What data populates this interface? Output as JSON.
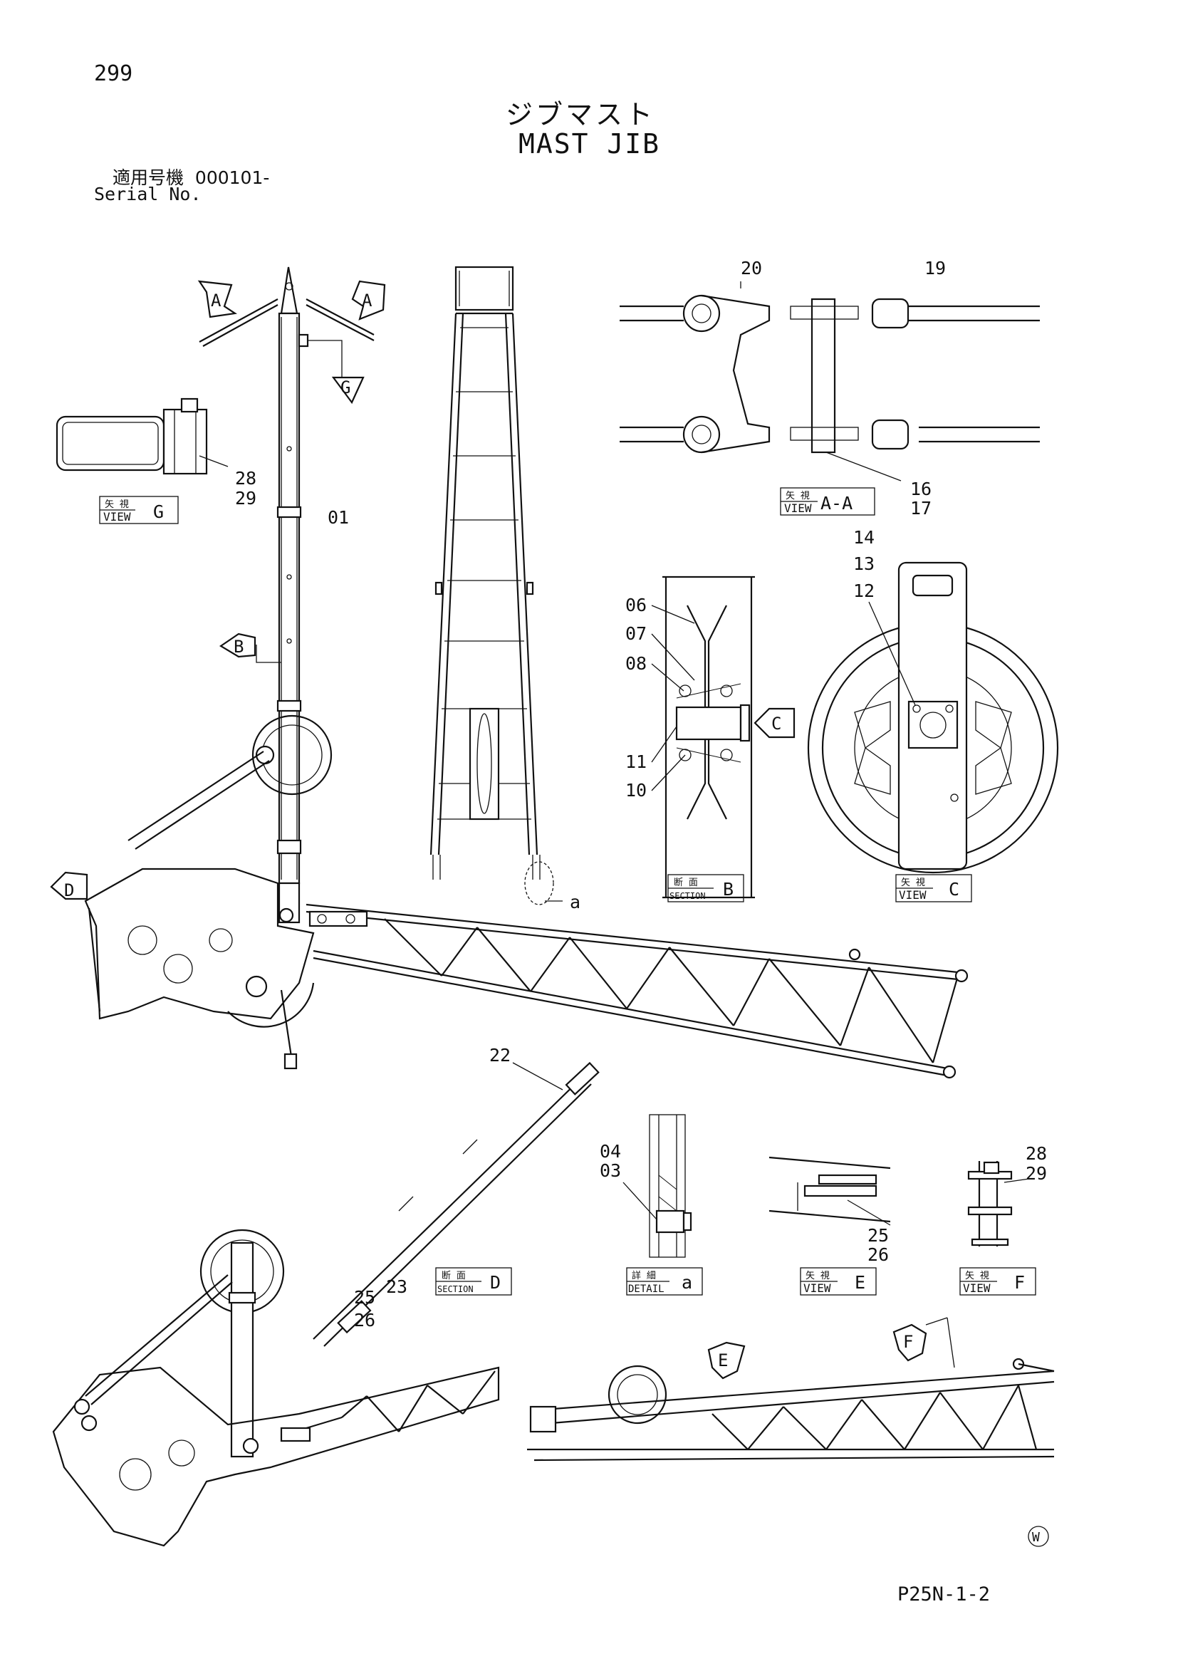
{
  "header": {
    "page_number": "299",
    "title_jp": "ジブマスト",
    "title_en": "MAST JIB",
    "serial_label_jp": "適用号機",
    "serial_value": "000101-",
    "serial_label_en": "Serial No."
  },
  "footer": {
    "doc_code": "P25N-1-2",
    "watermark_symbol": "W"
  },
  "view_labels": {
    "view_g": {
      "jp": "矢 視",
      "en": "VIEW",
      "letter": "G"
    },
    "view_aa": {
      "jp": "矢 視",
      "en": "VIEW",
      "letter": "A-A"
    },
    "section_b": {
      "jp": "断 面",
      "en": "SECTION",
      "letter": "B"
    },
    "view_c": {
      "jp": "矢 視",
      "en": "VIEW",
      "letter": "C"
    },
    "section_d": {
      "jp": "断 面",
      "en": "SECTION",
      "letter": "D"
    },
    "detail_a": {
      "jp": "詳 細",
      "en": "DETAIL",
      "letter": "a"
    },
    "view_e": {
      "jp": "矢 視",
      "en": "VIEW",
      "letter": "E"
    },
    "view_f": {
      "jp": "矢 視",
      "en": "VIEW",
      "letter": "F"
    }
  },
  "arrow_labels": {
    "a_left": "A",
    "a_right": "A",
    "g": "G",
    "b": "B",
    "c": "C",
    "d": "D",
    "e": "E",
    "f": "F",
    "detail_a": "a"
  },
  "part_numbers": {
    "p01": "01",
    "p03": "03",
    "p04": "04",
    "p06": "06",
    "p07": "07",
    "p08": "08",
    "p10": "10",
    "p11": "11",
    "p12": "12",
    "p13": "13",
    "p14": "14",
    "p16": "16",
    "p17": "17",
    "p19": "19",
    "p20": "20",
    "p22": "22",
    "p23": "23",
    "p25_d": "25",
    "p26_d": "26",
    "p25_e": "25",
    "p26_e": "26",
    "p28_g": "28",
    "p29_g": "29",
    "p28_f": "28",
    "p29_f": "29"
  },
  "icons": [
    "circled-w-icon",
    "view-arrow-icon",
    "sheave-icon"
  ]
}
